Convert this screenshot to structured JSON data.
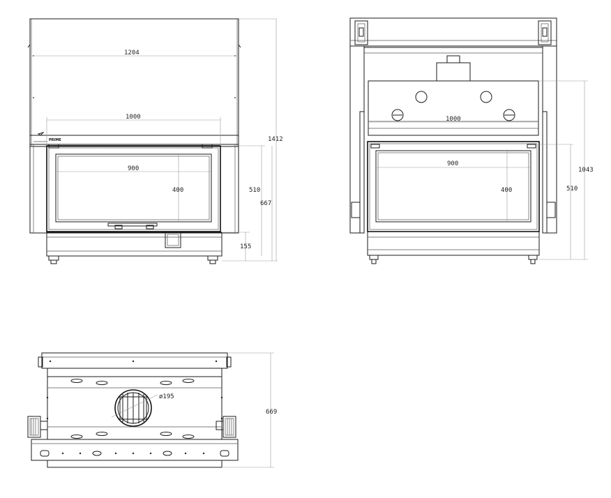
{
  "front_view": {
    "dims": {
      "overall_width": "1204",
      "opening_width": "1000",
      "glass_width": "900",
      "glass_height": "400",
      "door_height": "510",
      "lower_height": "667",
      "total_height": "1412",
      "base_height": "155"
    },
    "brand": "PRIME"
  },
  "rear_view": {
    "dims": {
      "opening_width": "1000",
      "glass_width": "900",
      "glass_height": "400",
      "door_height": "510",
      "total_height": "1043"
    }
  },
  "top_view": {
    "dims": {
      "flue_diameter": "ø195",
      "depth": "669"
    }
  }
}
